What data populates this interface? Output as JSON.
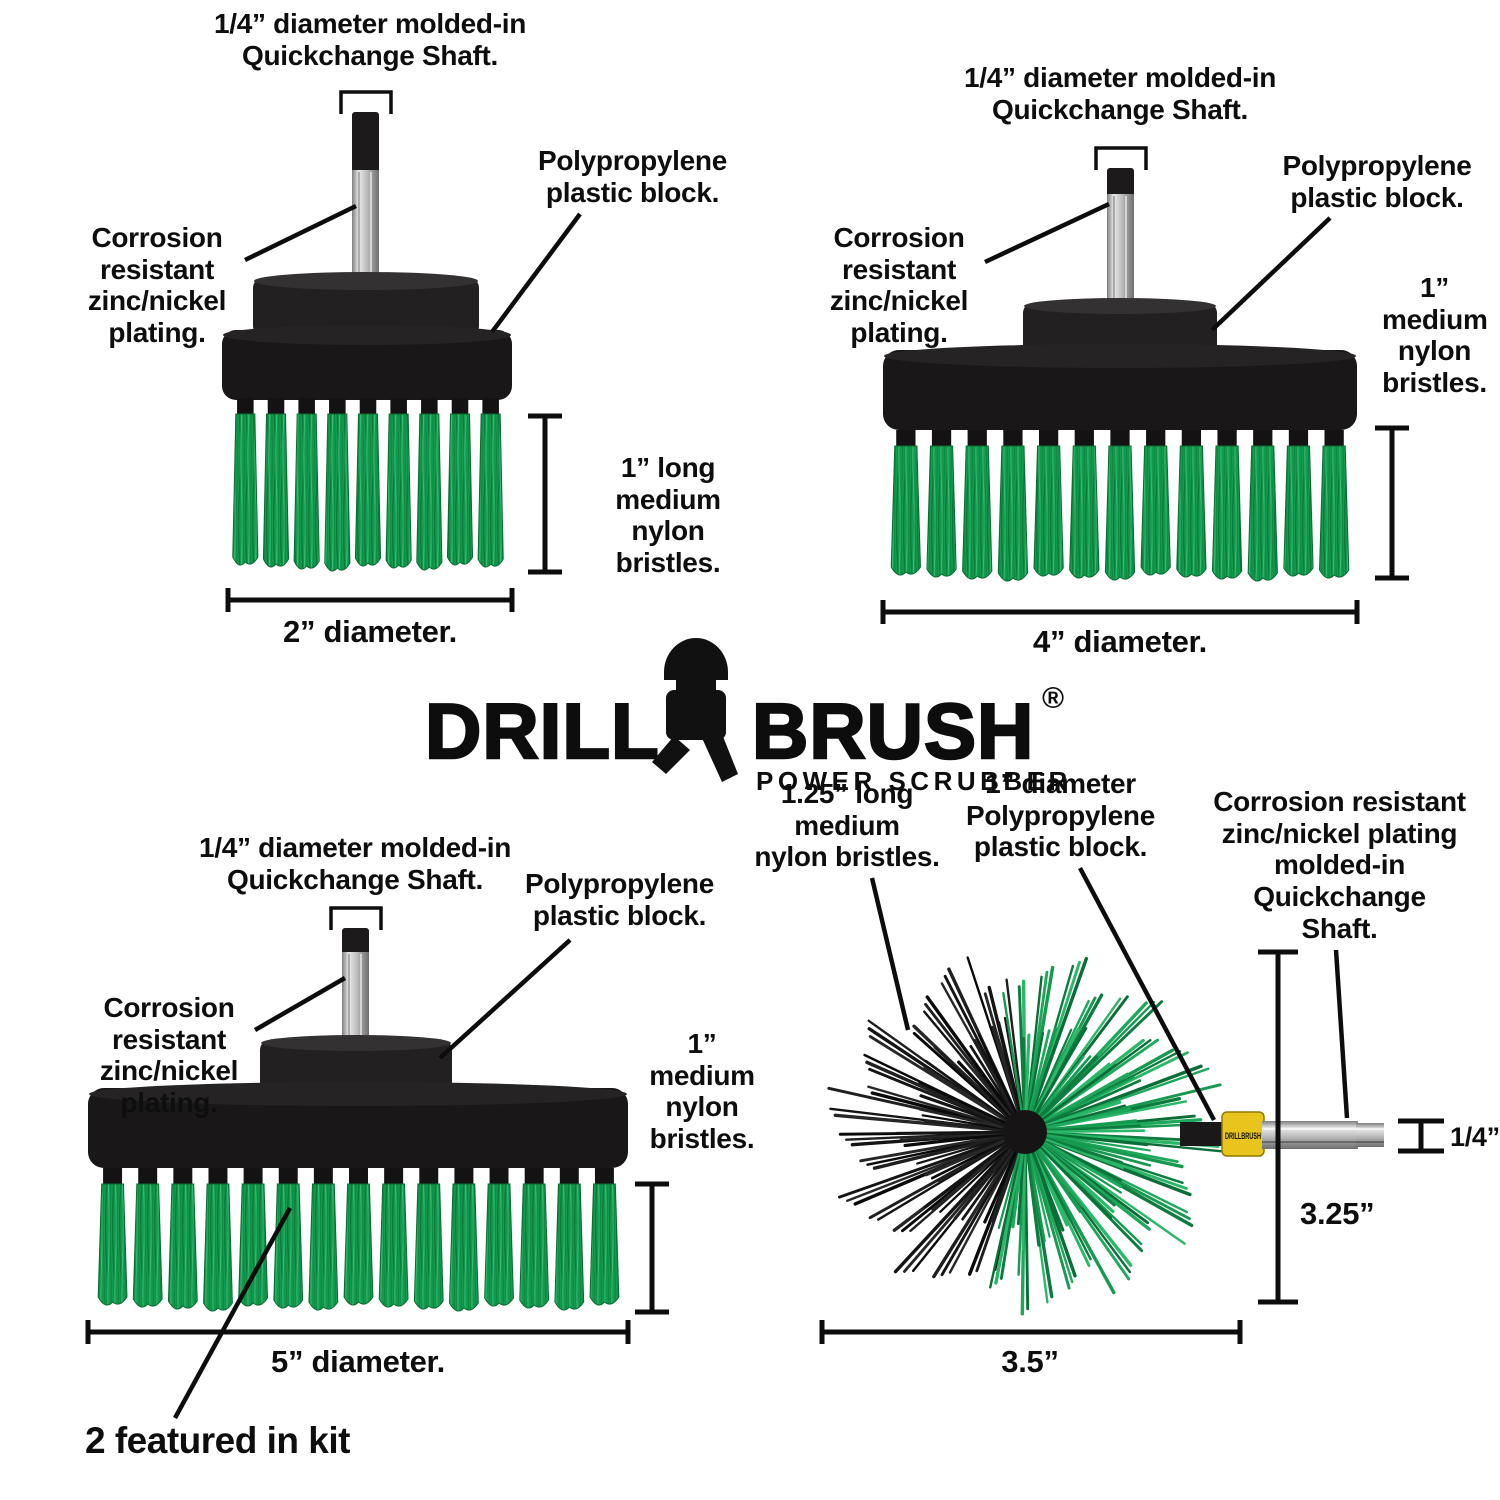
{
  "logo": {
    "word1": "DRILL",
    "word2": "BRUSH",
    "registered": "®",
    "tagline": "POWER SCRUBBER"
  },
  "icons": {
    "drill": "drill-icon"
  },
  "collar_text": "DRILLBRUSH",
  "brush_2in": {
    "shaft": "1/4” diameter molded-in\nQuickchange Shaft.",
    "block": "Polypropylene\nplastic block.",
    "plating": "Corrosion\nresistant\nzinc/nickel\nplating.",
    "bristles": "1” long\nmedium\nnylon bristles.",
    "diameter": "2” diameter."
  },
  "brush_4in": {
    "shaft": "1/4” diameter molded-in\nQuickchange Shaft.",
    "block": "Polypropylene\nplastic block.",
    "plating": "Corrosion\nresistant\nzinc/nickel\nplating.",
    "bristles": "1”\nmedium\nnylon\nbristles.",
    "diameter": "4” diameter."
  },
  "brush_5in": {
    "shaft": "1/4” diameter molded-in\nQuickchange Shaft.",
    "block": "Polypropylene\nplastic block.",
    "plating": "Corrosion\nresistant\nzinc/nickel\nplating.",
    "bristles": "1”\nmedium\nnylon\nbristles.",
    "diameter": "5” diameter.",
    "featured": "2 featured in kit"
  },
  "brush_original": {
    "bristles": "1.25” long\nmedium\nnylon bristles.",
    "block": "1” diameter\nPolypropylene\nplastic block.",
    "plating": "Corrosion resistant\nzinc/nickel plating\nmolded-in\nQuickchange\nShaft.",
    "shaft_diameter": "1/4”",
    "height": "3.25”",
    "width": "3.5”"
  },
  "colors": {
    "bristle_green": "#149a4e",
    "plastic_black": "#1b1919",
    "collar_yellow": "#e8c41d",
    "line_black": "#0d0d0d"
  }
}
